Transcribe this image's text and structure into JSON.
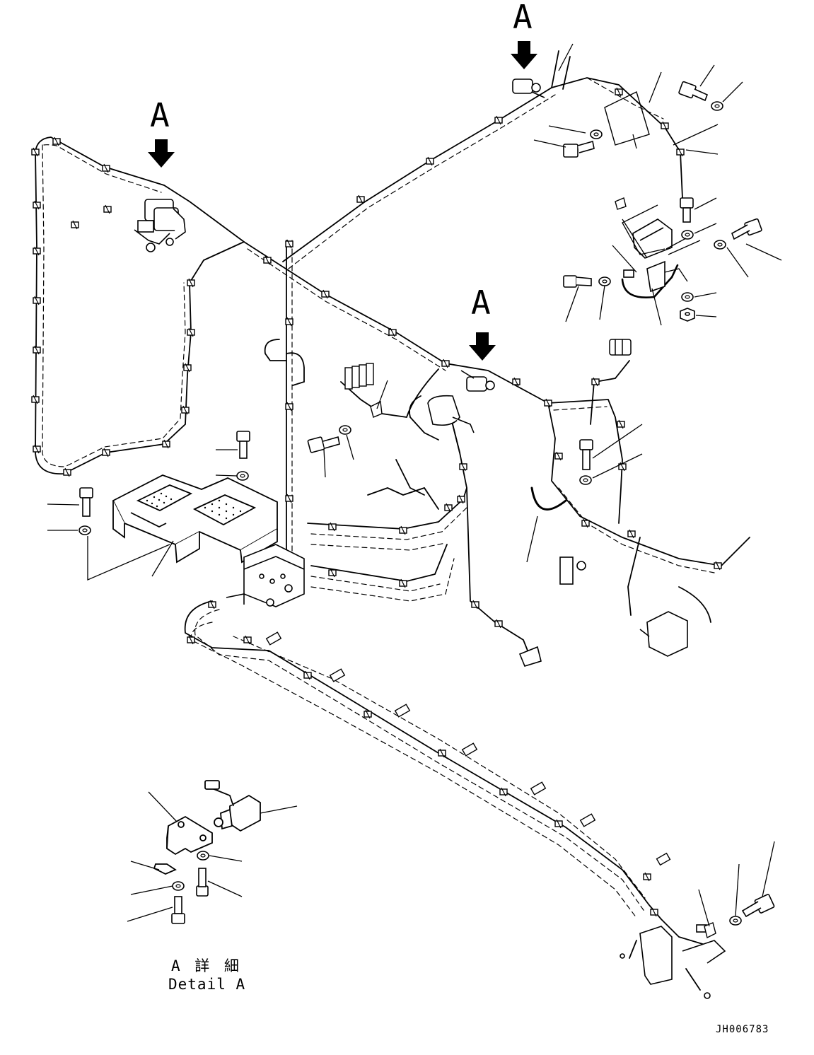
{
  "diagram": {
    "callouts": [
      "A",
      "A",
      "A"
    ],
    "detail_label_jp": "A 詳 細",
    "detail_label_en": "Detail A",
    "drawing_code": "JH006783"
  },
  "colors": {
    "ink": "#000000",
    "paper": "#ffffff"
  },
  "icons": [
    "down-arrow-icon",
    "bolt-icon",
    "washer-icon",
    "nut-icon",
    "clamp-icon",
    "connector-icon",
    "bracket-icon",
    "sensor-icon",
    "step-plate-icon"
  ]
}
